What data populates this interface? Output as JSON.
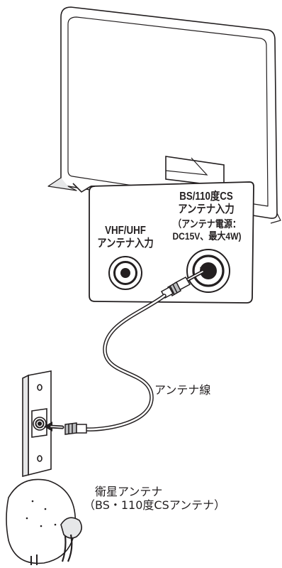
{
  "bs_cs_input": {
    "line1": "BS/110度CS",
    "line2": "アンテナ入力",
    "note1": "（アンテナ電源：",
    "note2": "DC15V、最大4W)"
  },
  "vhf_uhf_input": {
    "line1": "VHF/UHF",
    "line2": "アンテナ入力"
  },
  "antenna_cable_label": "アンテナ線",
  "satellite_antenna": {
    "line1": "衛星アンテナ",
    "line2": "（BS・110度CSアンテナ）"
  },
  "colors": {
    "stroke": "#231f20",
    "fill": "#ffffff",
    "shade": "#e6e7e8",
    "connector": "#bcbec0"
  }
}
